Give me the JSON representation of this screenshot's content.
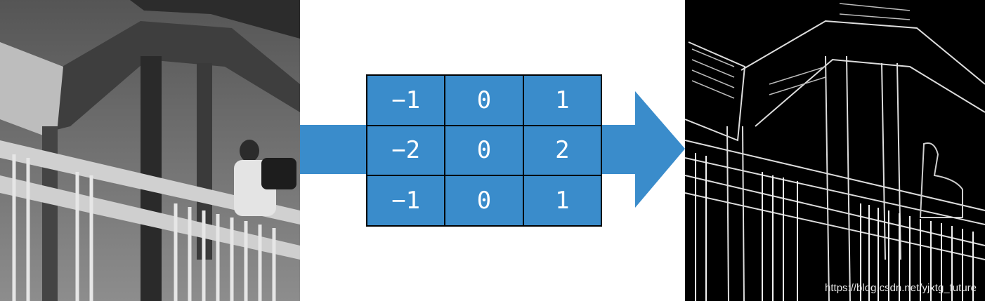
{
  "colors": {
    "arrow": "#3a8ccb",
    "kernel_cell": "#3a8ccb",
    "grid_line": "#000000",
    "cell_text": "#ffffff"
  },
  "input_image": {
    "icon": "grayscale-staircase-photo"
  },
  "output_image": {
    "icon": "edge-detected-staircase-photo"
  },
  "kernel": {
    "rows": [
      [
        "−1",
        "0",
        "1"
      ],
      [
        "−2",
        "0",
        "2"
      ],
      [
        "−1",
        "0",
        "1"
      ]
    ]
  },
  "watermark": "https://blog.csdn.net/yjxtg_future"
}
